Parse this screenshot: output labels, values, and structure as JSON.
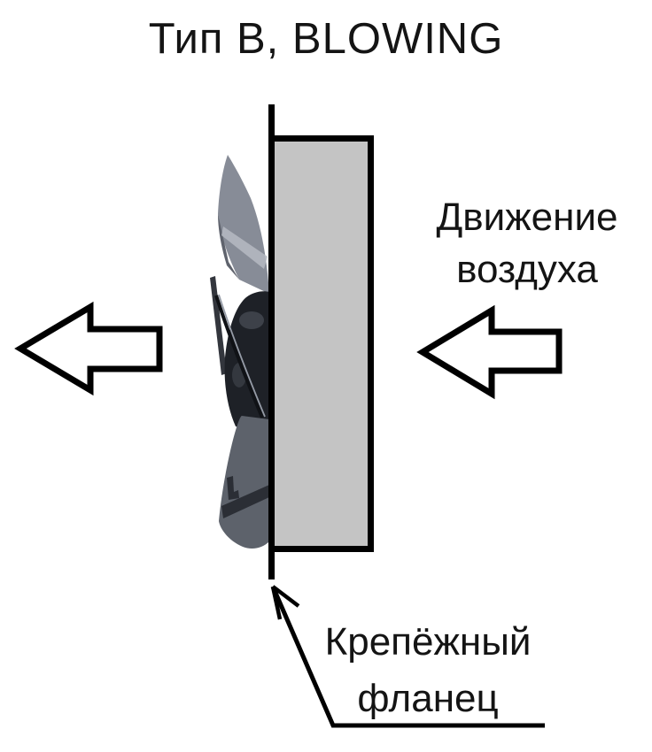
{
  "diagram": {
    "title": "Тип B, BLOWING",
    "air_flow_label": {
      "line1": "Движение",
      "line2": "воздуха"
    },
    "flange_label": {
      "line1": "Крепёжный",
      "line2": "фланец"
    },
    "colors": {
      "outline": "#000000",
      "flange_fill": "#c4c4c4",
      "arrow_fill": "#ffffff",
      "fan_blade": "#878c97",
      "fan_blade_highlight": "#b6bac2",
      "fan_blade_shadow": "#5f636d",
      "fan_hub": "#1e2127",
      "fan_cone": "#5d626b",
      "fan_cone_band": "#2b2e35"
    },
    "icons": {
      "left_arrow": "airflow-arrow-left",
      "right_arrow": "airflow-arrow-right",
      "flange_pointer": "flange-pointer-arrow",
      "fan": "fan-impeller-photo"
    }
  }
}
